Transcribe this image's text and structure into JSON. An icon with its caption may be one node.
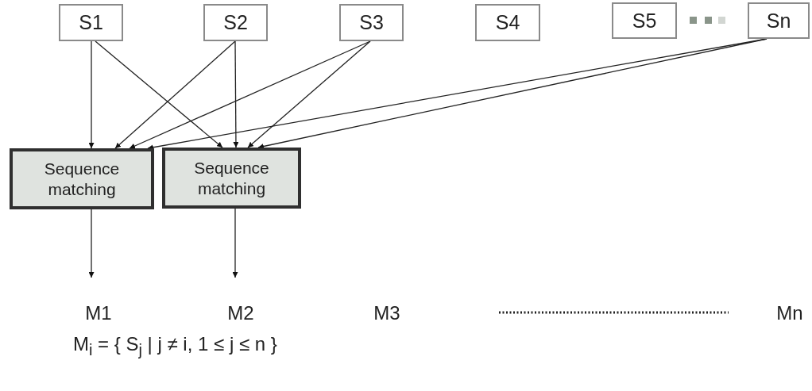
{
  "diagram": {
    "nodes": [
      {
        "text": [
          "S1"
        ]
      },
      {
        "text": [
          "S2"
        ]
      },
      {
        "text": [
          "S3"
        ]
      },
      {
        "text": [
          "S4"
        ]
      },
      {
        "text": [
          "S5"
        ]
      },
      {
        "text": [
          "Sn"
        ]
      },
      {
        "text": [
          "Sequence matching"
        ]
      },
      {
        "text": [
          "Sequence matching"
        ]
      },
      {
        "text": [
          "M1"
        ]
      },
      {
        "text": [
          "M2"
        ]
      },
      {
        "text": [
          "M3"
        ]
      },
      {
        "text": [
          "Mn"
        ]
      }
    ],
    "edges": [
      {
        "from": 0,
        "to": 6,
        "arrow": "to"
      },
      {
        "from": 0,
        "to": 7,
        "arrow": "to"
      },
      {
        "from": 1,
        "to": 6,
        "arrow": "to"
      },
      {
        "from": 1,
        "to": 7,
        "arrow": "to"
      },
      {
        "from": 2,
        "to": 6,
        "arrow": "to"
      },
      {
        "from": 2,
        "to": 7,
        "arrow": "to"
      },
      {
        "from": 5,
        "to": 6,
        "arrow": "to"
      },
      {
        "from": 5,
        "to": 7,
        "arrow": "to"
      },
      {
        "from": 6,
        "to": 8,
        "arrow": "to"
      },
      {
        "from": 7,
        "to": 9,
        "arrow": "to"
      }
    ],
    "labels": [
      "M$_{i}$ = { S$_{j}$ | j ≠ i, 1 ≤ j ≤ n }"
    ]
  }
}
